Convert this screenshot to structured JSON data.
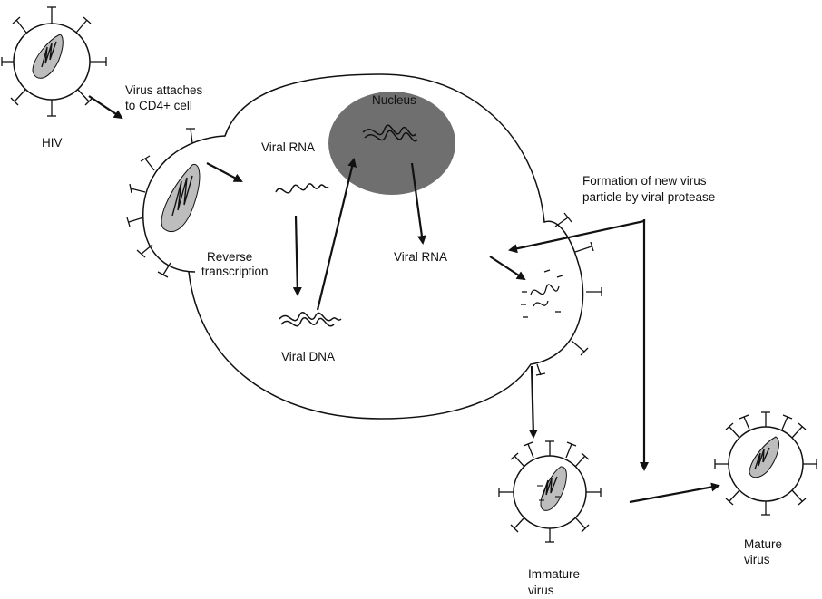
{
  "labels": {
    "hiv": "HIV",
    "attach_line1": "Virus attaches",
    "attach_line2": "to CD4+ cell",
    "nucleus": "Nucleus",
    "viral_rna_top": "Viral RNA",
    "reverse_line1": "Reverse",
    "reverse_line2": "transcription",
    "viral_dna": "Viral DNA",
    "viral_rna_mid": "Viral RNA",
    "formation_line1": "Formation of new virus",
    "formation_line2": "particle by viral protease",
    "immature_line1": "Immature",
    "immature_line2": "virus",
    "mature_line1": "Mature",
    "mature_line2": "virus"
  },
  "colors": {
    "stroke": "#111111",
    "nucleus_fill": "#6f6f6f",
    "capsid_fill": "#bdbdbd",
    "background": "#ffffff"
  }
}
